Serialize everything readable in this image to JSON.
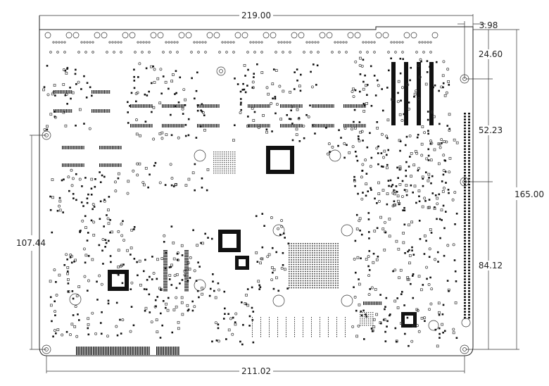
{
  "dimensions": {
    "top_width": "219.00",
    "bottom_width": "211.02",
    "left_height": "107.44",
    "right_height": "165.00",
    "top_right_offset": "3.98",
    "right_segment_1": "24.60",
    "right_segment_2": "52.23",
    "right_segment_3": "84.12"
  },
  "colors": {
    "ink": "#111111",
    "line": "#222222"
  }
}
